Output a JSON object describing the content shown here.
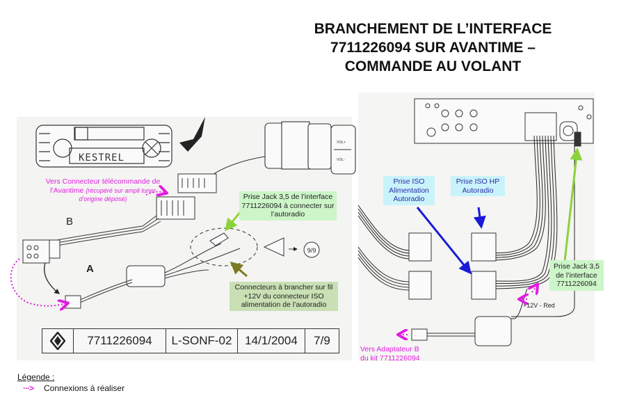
{
  "title": {
    "line1": "BRANCHEMENT DE L’INTERFACE",
    "line2": "7711226094 SUR AVANTIME –",
    "line3": "COMMANDE AU VOLANT"
  },
  "left_diagram": {
    "radio_display": "KESTREL",
    "remote_buttons": [
      "VOL+",
      "VOL-"
    ],
    "label_remote_connector": "Vers Connecteur télécommande de l’Avantime",
    "label_remote_connector_note": "(récupéré sur ampli tuner d’origine déposé)",
    "label_b": "B",
    "label_a": "A",
    "label_jack": "Prise Jack 3,5 de l’interface 7711226094 à connecter sur l’autoradio",
    "label_connectors": "Connecteurs à brancher sur fil +12V du connecteur ISO alimentation de l’autoradio",
    "page_ref": "9/9"
  },
  "ref_table": {
    "part_number": "7711226094",
    "document_code": "L-SONF-02",
    "date": "14/1/2004",
    "page": "7/9"
  },
  "right_diagram": {
    "label_iso_power": "Prise ISO Alimentation Autoradio",
    "label_iso_hp": "Prise ISO HP Autoradio",
    "label_jack": "Prise Jack 3,5 de l’interface 7711226094",
    "label_12v": "+12V - Red",
    "label_adapter": "Vers Adaptateur B du kit 7711226094"
  },
  "legend": {
    "title": "Légende :",
    "items": [
      {
        "symbol": "pink-dotted-arrow",
        "label": "Connexions à réaliser"
      }
    ]
  },
  "colors": {
    "connection_arrow": "#e01ee0",
    "iso_arrow": "#1a1ad8",
    "jack_arrow": "#8cd23a",
    "connector_arrow": "#7a7a1e",
    "green_label": "#ccf5c8",
    "cyan_label": "#c9f3fa"
  }
}
